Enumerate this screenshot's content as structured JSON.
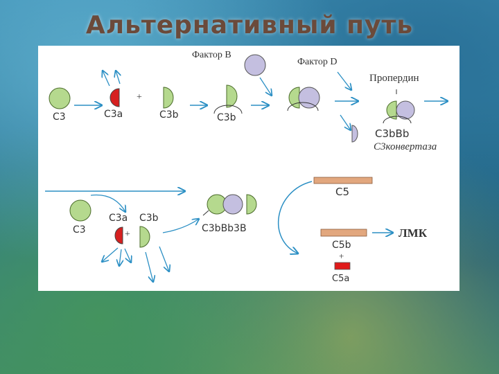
{
  "title": "Альтернативный путь",
  "labels": {
    "factor_b": "Фактор В",
    "factor_d": "Фактор D",
    "properdin": "Пропердин",
    "c3_top": "C3",
    "c3a_top": "C3a",
    "plus_top": "+",
    "c3b_top": "C3b",
    "c3b_bound": "C3b",
    "c3bbb": "C3bBb",
    "c3_convertase": "C3конвертаза",
    "c5": "C5",
    "c3_bottom": "C3",
    "c3a_bottom": "C3a",
    "c3b_bottom": "C3b",
    "plus_bottom": "+",
    "c3bbb3b": "C3bBb3B",
    "mac": "ЛМК",
    "c5b": "C5b",
    "plus_c5": "+",
    "c5a": "C5a"
  },
  "colors": {
    "c3_green": "#b5d98e",
    "factor_purple": "#c4bfe0",
    "c3a_red": "#d62020",
    "c5_tan": "#e2a77e",
    "arrow_blue": "#2b8fc4"
  }
}
